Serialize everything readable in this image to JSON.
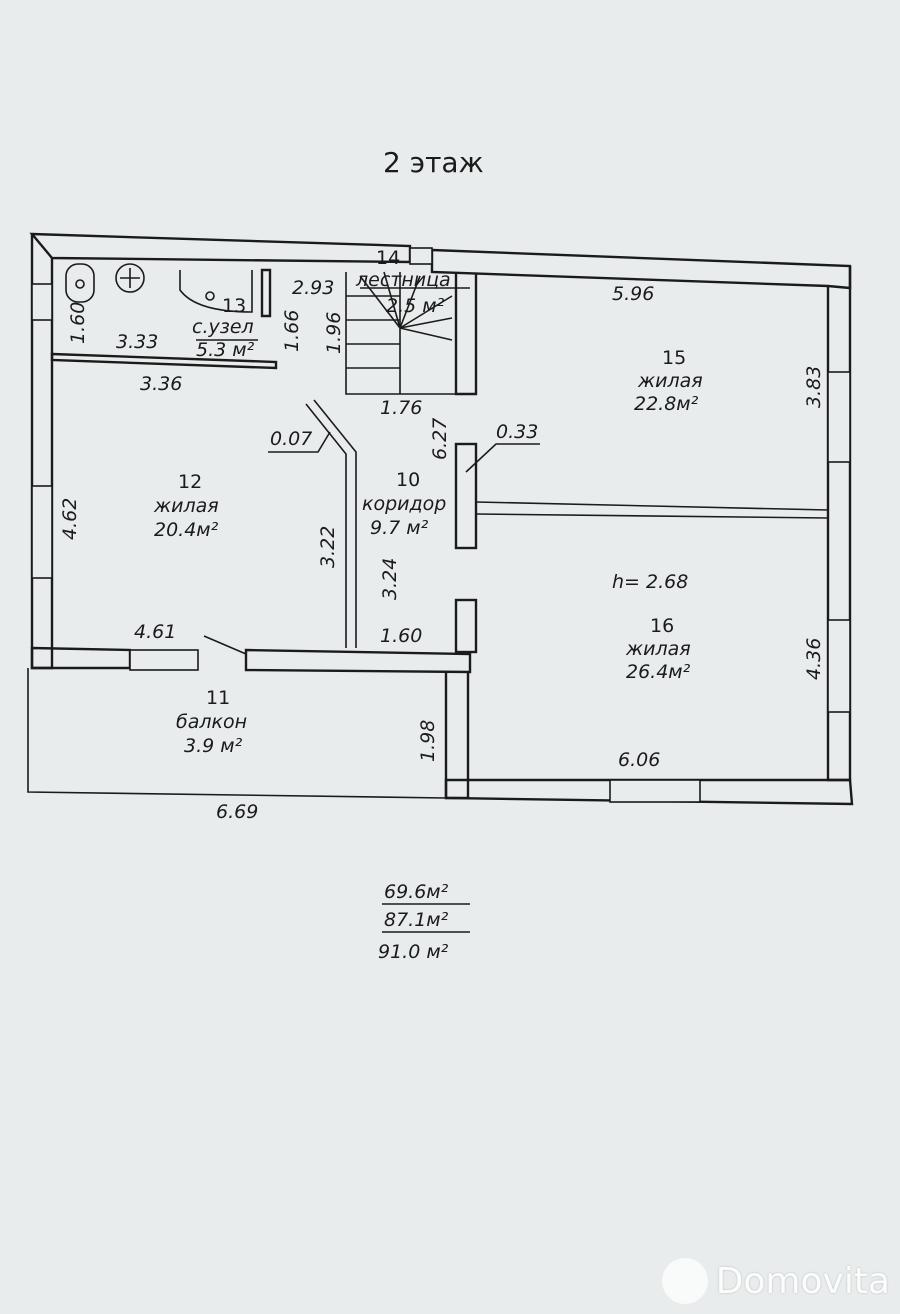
{
  "title": "2   этаж",
  "rooms": {
    "r13": {
      "num": "13",
      "name": "с.узел",
      "area": "5.3 м²"
    },
    "r14": {
      "num": "14",
      "name": "лестница",
      "area": "2.5 м²"
    },
    "r15": {
      "num": "15",
      "name": "жилая",
      "area": "22.8м²"
    },
    "r12": {
      "num": "12",
      "name": "жилая",
      "area": "20.4м²"
    },
    "r10": {
      "num": "10",
      "name": "коридор",
      "area": "9.7 м²"
    },
    "r16": {
      "num": "16",
      "name": "жилая",
      "area": "26.4м²"
    },
    "r11": {
      "num": "11",
      "name": "балкон",
      "area": "3.9 м²"
    }
  },
  "dimensions": {
    "d160a": "1.60",
    "d333": "3.33",
    "d336": "3.36",
    "d166": "1.66",
    "d293": "2.93",
    "d196": "1.96",
    "d596": "5.96",
    "d383": "3.83",
    "d176": "1.76",
    "d627": "6.27",
    "d033": "0.33",
    "d007": "0.07",
    "d462": "4.62",
    "d322": "3.22",
    "d324": "3.24",
    "d461": "4.61",
    "d160b": "1.60",
    "d198": "1.98",
    "d669": "6.69",
    "d606": "6.06",
    "d436": "4.36",
    "height": "h= 2.68"
  },
  "totals": {
    "living": "69.6м²",
    "total": "87.1м²",
    "gross": "91.0 м²"
  },
  "watermark": {
    "text": "Domovita"
  }
}
